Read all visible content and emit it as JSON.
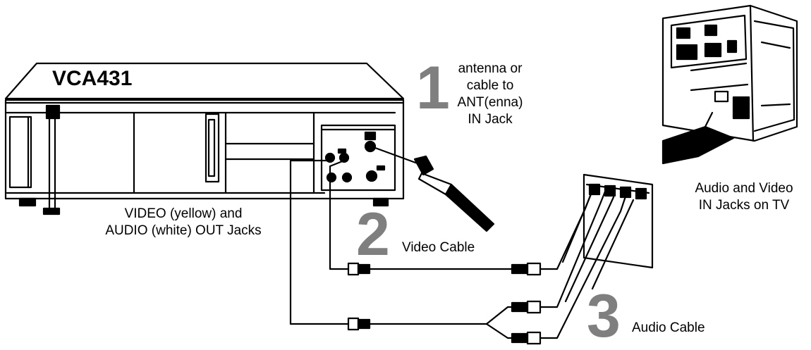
{
  "model_label": "VCA431",
  "steps": [
    {
      "number": "1",
      "caption_lines": [
        "antenna or",
        "cable to",
        "ANT(enna)",
        "IN Jack"
      ]
    },
    {
      "number": "2",
      "caption": "Video Cable"
    },
    {
      "number": "3",
      "caption": "Audio Cable"
    }
  ],
  "vcr_jacks_label": [
    "VIDEO (yellow) and",
    "AUDIO (white) OUT Jacks"
  ],
  "tv_jacks_label": [
    "Audio and Video",
    "IN Jacks on TV"
  ],
  "colors": {
    "line": "#000000",
    "step_number": "#7f7f7f",
    "background": "#ffffff"
  }
}
